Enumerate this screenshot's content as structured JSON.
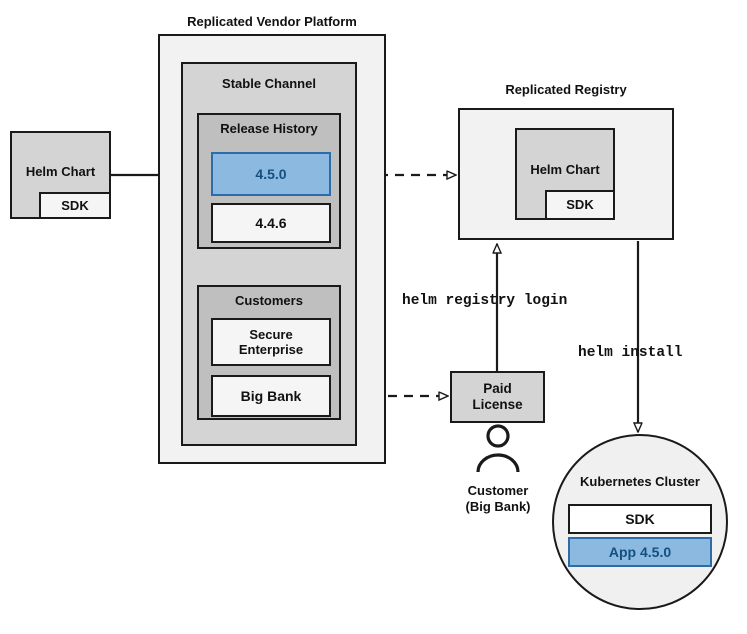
{
  "diagram": {
    "title_vendor_platform": "Replicated Vendor Platform",
    "title_registry": "Replicated Registry"
  },
  "vendor_platform": {
    "label": "Replicated Vendor Platform",
    "stable_channel": {
      "label": "Stable Channel",
      "release_history": {
        "label": "Release History",
        "releases": [
          {
            "version": "4.5.0",
            "highlighted": true
          },
          {
            "version": "4.4.6",
            "highlighted": false
          }
        ]
      },
      "customers": {
        "label": "Customers",
        "items": [
          {
            "name": "Secure\nEnterprise"
          },
          {
            "name": "Big Bank"
          }
        ]
      }
    }
  },
  "source_chart": {
    "label": "Helm Chart",
    "sdk_label": "SDK"
  },
  "registry": {
    "label": "Replicated Registry",
    "chart_label": "Helm Chart",
    "sdk_label": "SDK"
  },
  "license": {
    "label": "Paid\nLicense"
  },
  "customer_actor": {
    "caption": "Customer\n(Big Bank)",
    "icon": "person-icon"
  },
  "cluster": {
    "label": "Kubernetes Cluster",
    "components": [
      {
        "name": "SDK",
        "highlighted": false
      },
      {
        "name": "App 4.5.0",
        "highlighted": true
      }
    ]
  },
  "commands": {
    "registry_login": "helm registry login",
    "install": "helm install"
  },
  "colors": {
    "accent_blue_fill": "#8cb9e0",
    "accent_blue_border": "#2d6ca8",
    "accent_blue_text": "#14507f",
    "outer_fill": "#f2f2f2",
    "mid_fill": "#d4d4d4",
    "dark_fill": "#bfbfbf",
    "stroke": "#1a1a1a"
  }
}
